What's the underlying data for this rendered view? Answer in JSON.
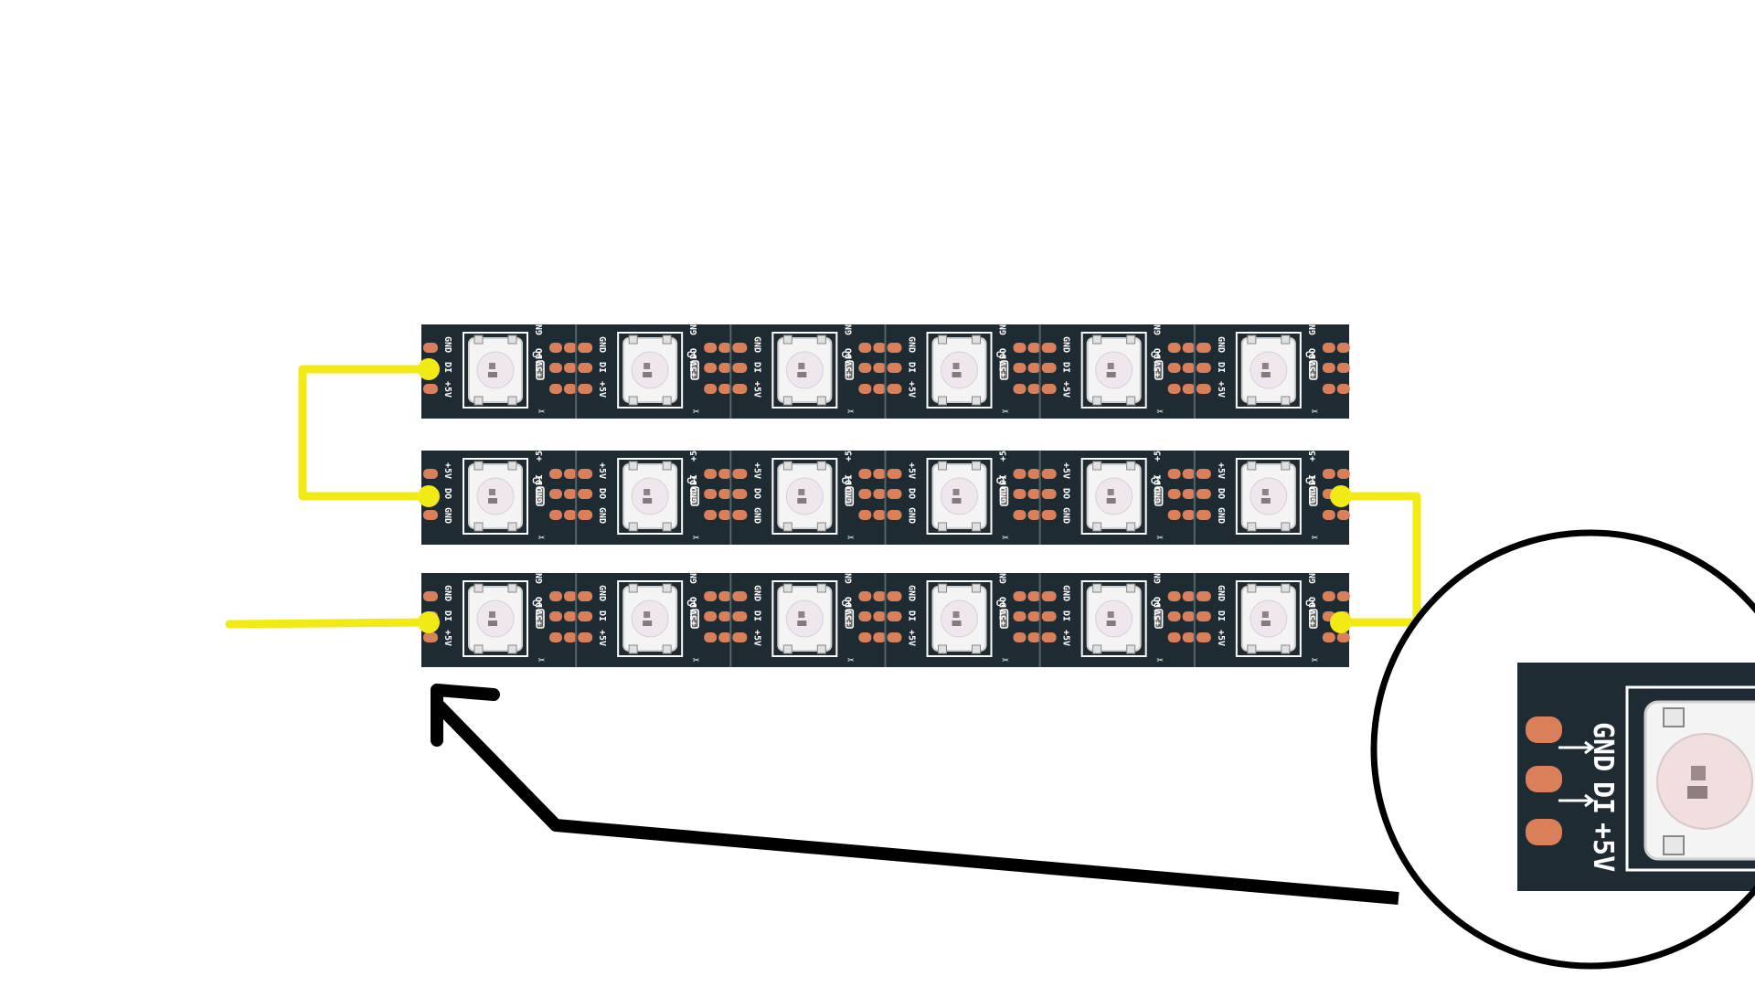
{
  "diagram": {
    "strips": [
      {
        "row": 1,
        "direction": "left-to-right",
        "led_count": 6
      },
      {
        "row": 2,
        "direction": "right-to-left",
        "led_count": 6
      },
      {
        "row": 3,
        "direction": "left-to-right",
        "led_count": 6
      }
    ],
    "pad_labels": {
      "gnd": "GND",
      "data_in": "DI",
      "data_out": "DO",
      "power": "+5V",
      "capacitor": "C1"
    },
    "zoom_labels": {
      "gnd": "GND",
      "data_in": "DI",
      "power": "+5V"
    },
    "colors": {
      "pcb": "#1f2b33",
      "pad": "#d9805a",
      "wire": "#f2ea15",
      "led_body": "#f4f4f4",
      "arrow": "#000000"
    },
    "icons": [
      "led-icon",
      "scissor-icon",
      "arrow-icon"
    ]
  }
}
